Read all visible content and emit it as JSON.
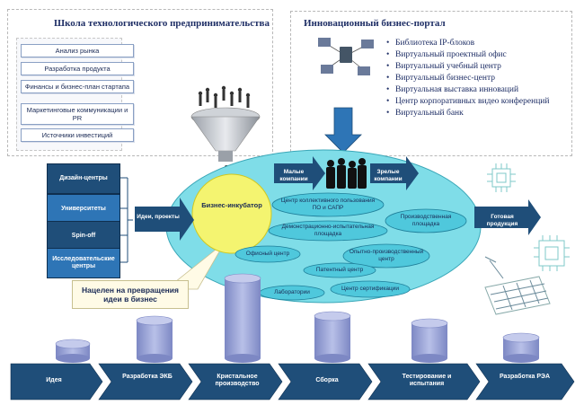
{
  "school": {
    "title": "Школа технологического предпринимательства",
    "items": [
      "Анализ рынка",
      "Разработка продукта",
      "Финансы и бизнес-план стартапа",
      "Маркетинговые коммуникации и PR",
      "Источники инвестиций"
    ]
  },
  "portal": {
    "title": "Инновационный бизнес-портал",
    "items": [
      "Библиотека IP-блоков",
      "Виртуальный проектный офис",
      "Виртуальный учебный центр",
      "Виртуальный бизнес-центр",
      "Виртуальная выставка инноваций",
      "Центр корпоративных видео конференций",
      "Виртуальный банк"
    ]
  },
  "left_stack": [
    "Дизайн-центры",
    "Университеты",
    "Spin-off",
    "Исследовательские центры"
  ],
  "arrow_ideas": "Идеи, проекты",
  "incubator": "Бизнес-инкубатор",
  "small_companies": "Малые компании",
  "mature_companies": "Зрелые компании",
  "finished_products": "Готовая продукция",
  "centers": [
    "Центр коллективного пользования ПО и САПР",
    "Производственная площадка",
    "Демонстрационно-испытательная площадка",
    "Офисный центр",
    "Опытно-производственный центр",
    "Патентный центр",
    "Лаборатории",
    "Центр сертификации"
  ],
  "note": "Нацелен на превращения идеи в бизнес",
  "pipeline": [
    "Идея",
    "Разработка ЭКБ",
    "Кристальное производство",
    "Сборка",
    "Тестирование и испытания",
    "Разработка РЭА"
  ],
  "colors": {
    "navy": "#1f4e79",
    "blue": "#2e75b6",
    "cyan": "#7fdde8",
    "yellow": "#f4f470",
    "lavender": "#9aa6d6"
  }
}
